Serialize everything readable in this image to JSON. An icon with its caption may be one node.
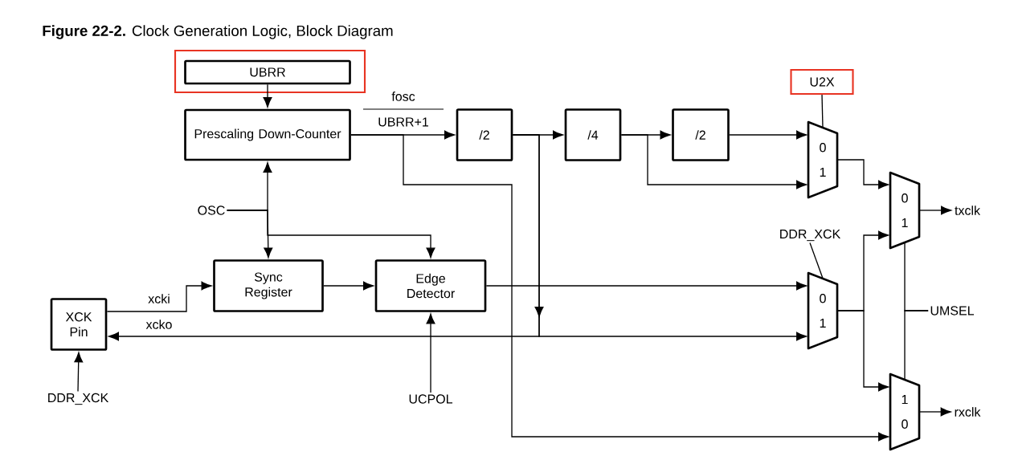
{
  "diagram": {
    "title": "**Figure 22-2.**   Clock Generation Logic, Block Diagram",
    "nodes": [
      {
        "text": [
          "UBRR"
        ]
      },
      {
        "text": [
          "Prescaling Down-Counter"
        ]
      },
      {
        "text": [
          "/2"
        ]
      },
      {
        "text": [
          "/4"
        ]
      },
      {
        "text": [
          "/2"
        ]
      },
      {
        "text": [
          "U2X"
        ]
      },
      {
        "text": [
          "0",
          "1"
        ]
      },
      {
        "text": [
          "0",
          "1"
        ]
      },
      {
        "text": [
          "txclk"
        ]
      },
      {
        "text": [
          "OSC"
        ]
      },
      {
        "text": [
          "Sync Register"
        ]
      },
      {
        "text": [
          "Edge Detector"
        ]
      },
      {
        "text": [
          "DDR_XCK"
        ]
      },
      {
        "text": [
          "0",
          "1"
        ]
      },
      {
        "text": [
          "UMSEL"
        ]
      },
      {
        "text": [
          "XCK Pin"
        ]
      },
      {
        "text": [
          "DDR_XCK"
        ]
      },
      {
        "text": [
          "UCPOL"
        ]
      },
      {
        "text": [
          "1",
          "0"
        ]
      },
      {
        "text": [
          "rxclk"
        ]
      }
    ],
    "edges": [
      {
        "from": 0,
        "to": 1,
        "arrow": "to"
      },
      {
        "from": 1,
        "to": 2,
        "arrow": "to"
      },
      {
        "from": 1,
        "to": 18,
        "arrow": "to"
      },
      {
        "from": 2,
        "to": 3,
        "arrow": "to"
      },
      {
        "from": 2,
        "to": 15,
        "arrow": "to",
        "label": "xcko"
      },
      {
        "from": 2,
        "to": 13,
        "arrow": "to"
      },
      {
        "from": 3,
        "to": 4,
        "arrow": "to"
      },
      {
        "from": 3,
        "to": 6,
        "arrow": "to"
      },
      {
        "from": 4,
        "to": 6,
        "arrow": "to"
      },
      {
        "from": 5,
        "to": 6,
        "arrow": "none"
      },
      {
        "from": 6,
        "to": 7,
        "arrow": "to"
      },
      {
        "from": 7,
        "to": 8,
        "arrow": "to"
      },
      {
        "from": 9,
        "to": 1,
        "arrow": "to"
      },
      {
        "from": 9,
        "to": 10,
        "arrow": "to"
      },
      {
        "from": 9,
        "to": 11,
        "arrow": "to"
      },
      {
        "from": 15,
        "to": 10,
        "arrow": "to",
        "label": "xcki"
      },
      {
        "from": 10,
        "to": 11,
        "arrow": "to"
      },
      {
        "from": 11,
        "to": 13,
        "arrow": "to"
      },
      {
        "from": 12,
        "to": 13,
        "arrow": "none"
      },
      {
        "from": 13,
        "to": 7,
        "arrow": "to"
      },
      {
        "from": 13,
        "to": 18,
        "arrow": "to"
      },
      {
        "from": 14,
        "to": 7,
        "arrow": "none"
      },
      {
        "from": 14,
        "to": 18,
        "arrow": "none"
      },
      {
        "from": 16,
        "to": 15,
        "arrow": "to"
      },
      {
        "from": 17,
        "to": 11,
        "arrow": "to"
      },
      {
        "from": 18,
        "to": 19,
        "arrow": "to"
      }
    ],
    "labels": [
      "fosc",
      "UBRR+1"
    ]
  }
}
